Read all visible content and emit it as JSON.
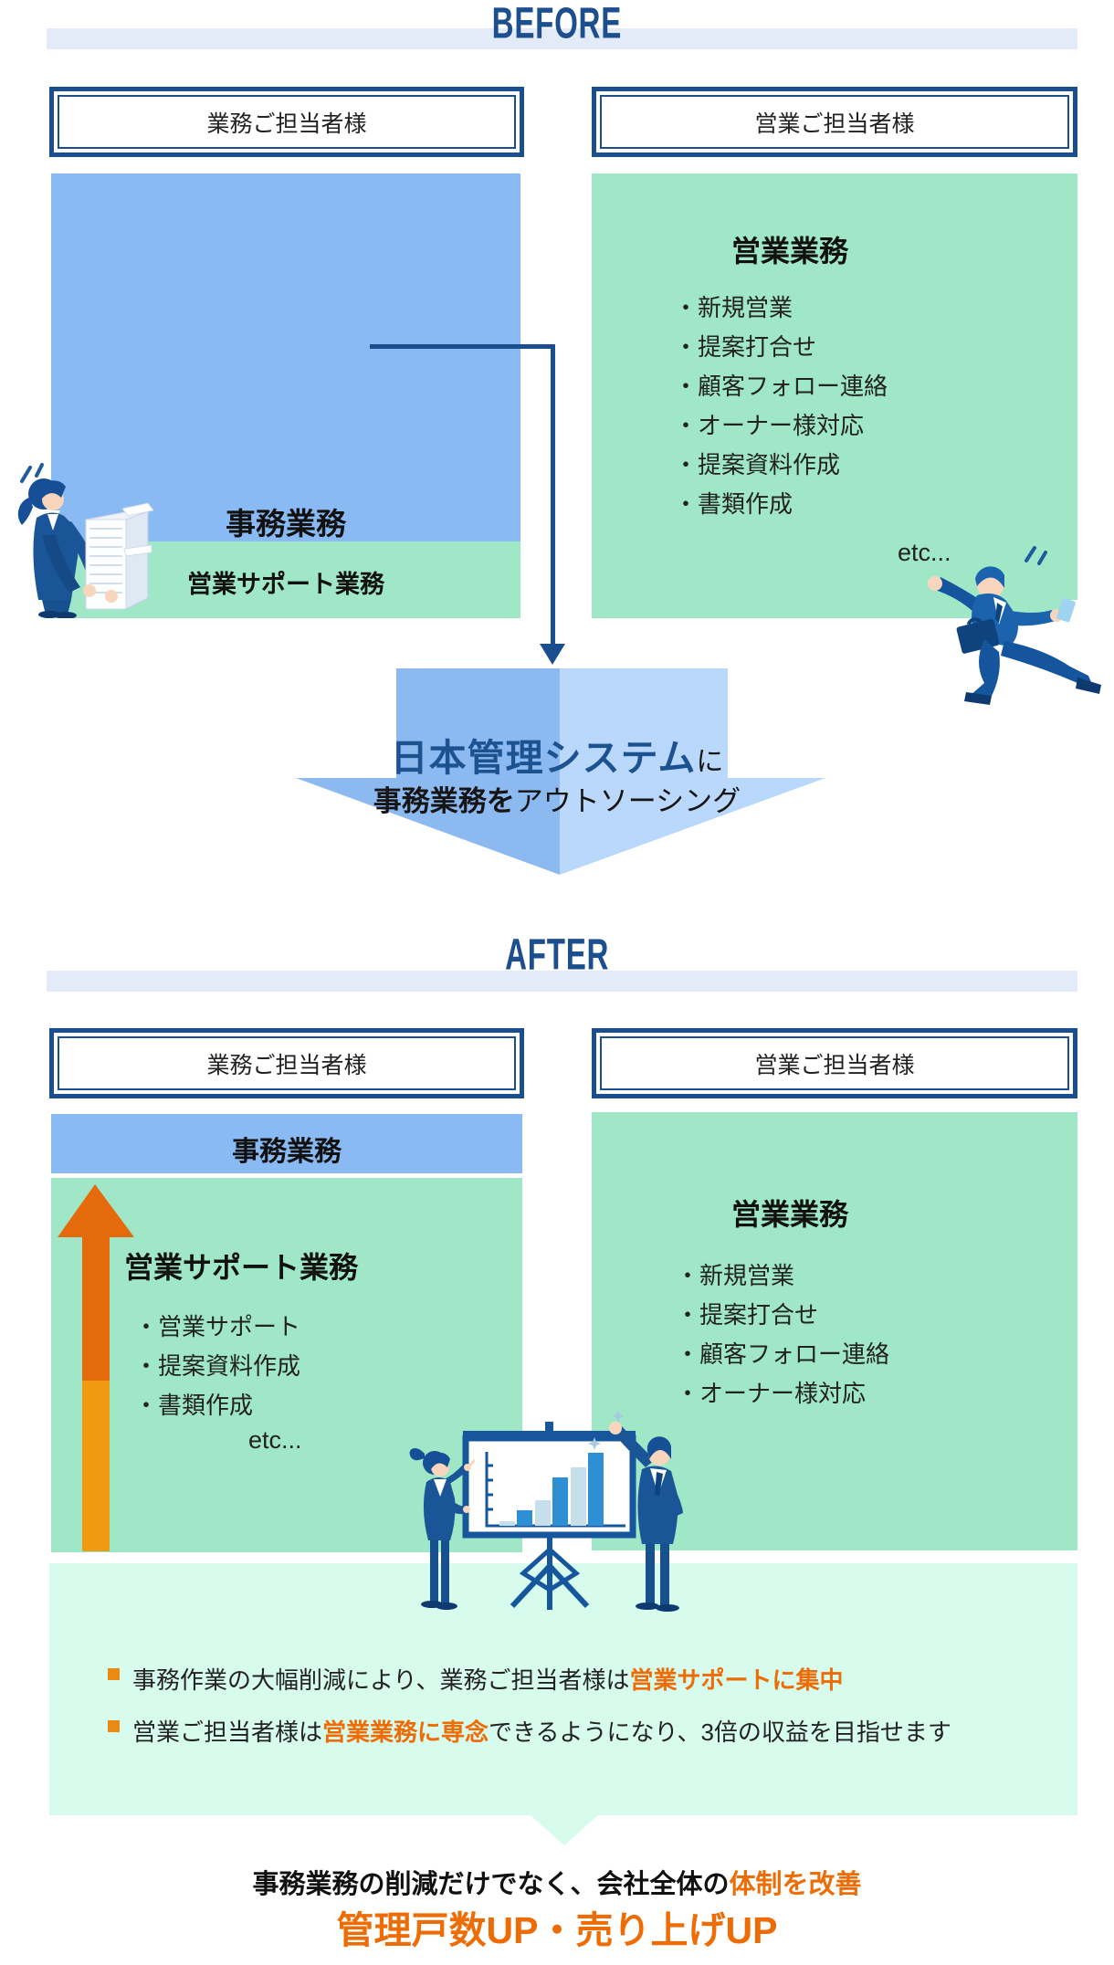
{
  "colors": {
    "navy": "#1a4e8e",
    "blue_fill": "#89baf3",
    "green_fill": "#9fe7c6",
    "banner_blue": "#e3eaf8",
    "pale_green": "#d7fbec",
    "arrow_left_blue": "#8db9f1",
    "arrow_right_blue": "#bad8fb",
    "orange_dark": "#e56a0c",
    "orange_light": "#f09a12",
    "orange_text": "#ed6c05"
  },
  "before": {
    "title": "BEFORE",
    "left_header": "業務ご担当者様",
    "right_header": "営業ご担当者様",
    "left": {
      "blue_label": "事務業務",
      "green_label": "営業サポート業務"
    },
    "right": {
      "title": "営業業務",
      "items": [
        "・新規営業",
        "・提案打合せ",
        "・顧客フォロー連絡",
        "・オーナー様対応",
        "・提案資料作成",
        "・書類作成"
      ],
      "etc": "etc..."
    }
  },
  "transition": {
    "line1_brand": "日本管理システム",
    "line1_suffix": "に",
    "line2_bold": "事務業務を",
    "line2_rest": "アウトソーシング"
  },
  "after": {
    "title": "AFTER",
    "left_header": "業務ご担当者様",
    "right_header": "営業ご担当者様",
    "left": {
      "blue_label": "事務業務",
      "title": "営業サポート業務",
      "items": [
        "・営業サポート",
        "・提案資料作成",
        "・書類作成"
      ],
      "etc": "etc..."
    },
    "right": {
      "title": "営業業務",
      "items": [
        "・新規営業",
        "・提案打合せ",
        "・顧客フォロー連絡",
        "・オーナー様対応"
      ]
    }
  },
  "results": {
    "bullets": [
      {
        "pre": "事務作業の大幅削減により、業務ご担当者様は",
        "highlight": "営業サポートに集中",
        "post": ""
      },
      {
        "pre": "営業ご担当者様は",
        "highlight": "営業業務に専念",
        "post": "できるようになり、3倍の収益を目指せます"
      }
    ]
  },
  "conclusion": {
    "line1_pre": "事務業務の削減だけでなく、会社全体の",
    "line1_highlight": "体制を改善",
    "line2": "管理戸数UP・売り上げUP"
  }
}
